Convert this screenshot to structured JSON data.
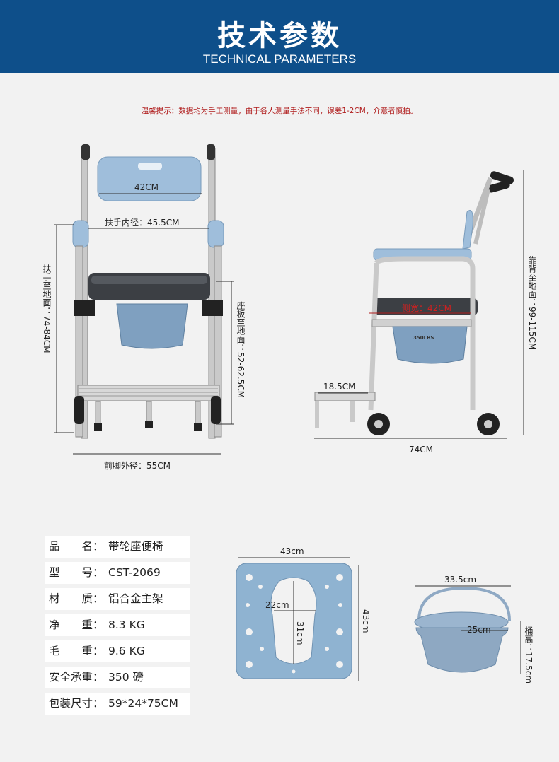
{
  "header": {
    "title": "技术参数",
    "subtitle": "TECHNICAL PARAMETERS"
  },
  "notice": "温馨提示：数据均为手工测量，由于各人测量手法不同，误差1-2CM，介意者慎拍。",
  "front_view": {
    "backrest_width": "42CM",
    "armrest_inner": "扶手内径：45.5CM",
    "armrest_height": "扶手至地面：74-84CM",
    "seat_height": "座板至地面：52-62.5CM",
    "foot_outer": "前脚外径：55CM"
  },
  "side_view": {
    "backrest_height": "靠背至地面：99-115CM",
    "side_width": "侧宽：42CM",
    "footrest": "18.5CM",
    "capacity_mark": "350LBS",
    "length": "74CM"
  },
  "specs": [
    {
      "key": "品　　名：",
      "value": "带轮座便椅"
    },
    {
      "key": "型　　号：",
      "value": "CST-2069"
    },
    {
      "key": "材　　质：",
      "value": "铝合金主架"
    },
    {
      "key": "净　　重：",
      "value": "8.3 KG"
    },
    {
      "key": "毛　　重：",
      "value": "9.6 KG"
    },
    {
      "key": "安全承重：",
      "value": "350 磅"
    },
    {
      "key": "包装尺寸：",
      "value": "59*24*75CM"
    }
  ],
  "seat_board": {
    "width": "43cm",
    "height": "43cm",
    "hole_width": "22cm",
    "hole_length": "31cm"
  },
  "bucket": {
    "width": "33.5cm",
    "inner": "25cm",
    "height": "桶高：17.5cm"
  },
  "colors": {
    "header": "#0e4f8a",
    "notice": "#b01c1c",
    "seat_blue": "#8fb3d1",
    "frame": "#c8c8c8"
  }
}
